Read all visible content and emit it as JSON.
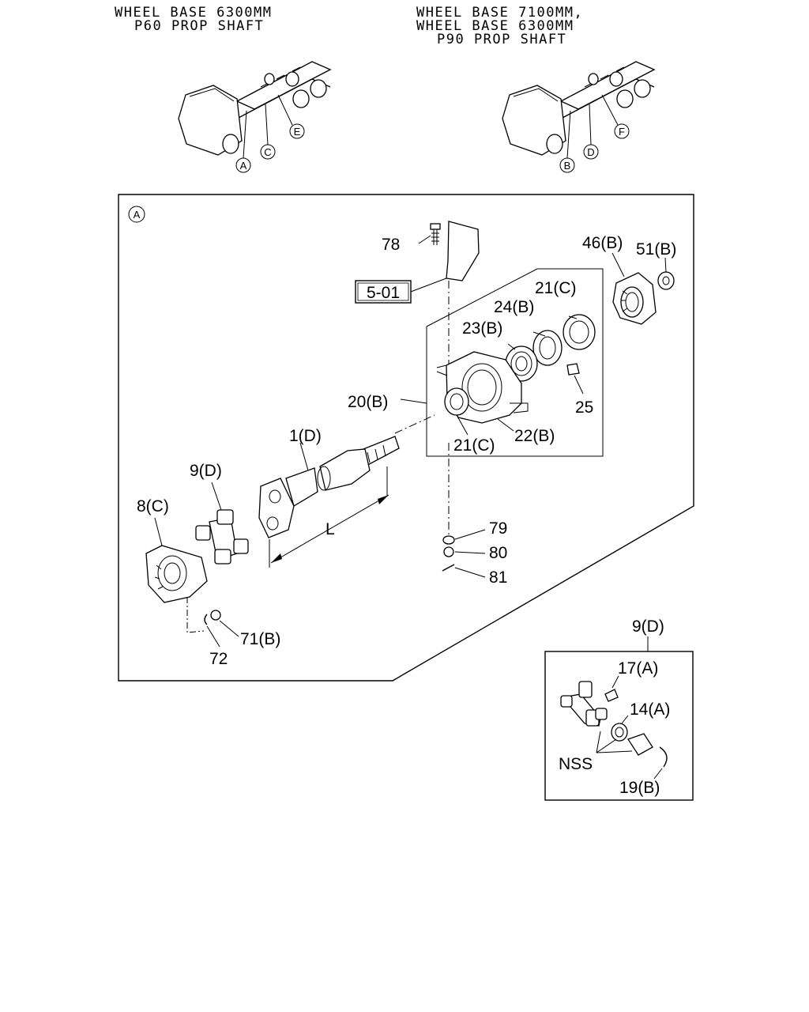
{
  "headers": {
    "left": [
      "WHEEL BASE 6300MM",
      "P60 PROP SHAFT"
    ],
    "right": [
      "WHEEL BASE 7100MM,",
      "WHEEL BASE 6300MM",
      "P90 PROP SHAFT"
    ]
  },
  "truck_left_callouts": [
    "A",
    "C",
    "E"
  ],
  "truck_right_callouts": [
    "B",
    "D",
    "F"
  ],
  "main_panel": {
    "corner_callout": "A",
    "ref_box": "5-01",
    "labels": {
      "p78": "78",
      "p46": "46(B)",
      "p51": "51(B)",
      "p21c_top": "21(C)",
      "p24": "24(B)",
      "p23": "23(B)",
      "p20": "20(B)",
      "p25": "25",
      "p22": "22(B)",
      "p21c_bot": "21(C)",
      "p1": "1(D)",
      "p9": "9(D)",
      "p8": "8(C)",
      "dim_L": "L",
      "p79": "79",
      "p80": "80",
      "p81": "81",
      "p71": "71(B)",
      "p72": "72"
    }
  },
  "detail_panel": {
    "title": "9(D)",
    "labels": {
      "p17": "17(A)",
      "p14": "14(A)",
      "nss": "NSS",
      "p19": "19(B)"
    }
  }
}
